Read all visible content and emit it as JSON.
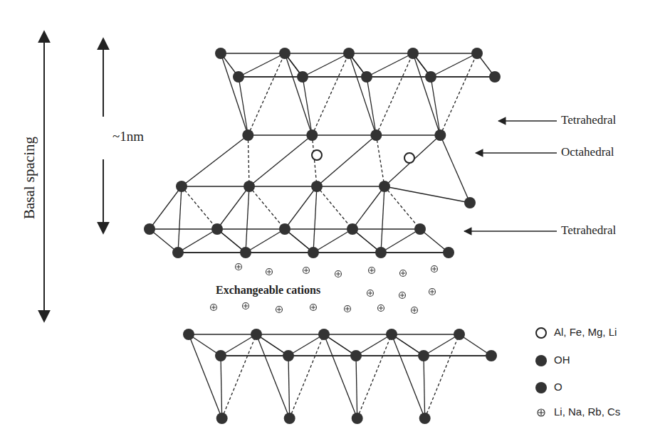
{
  "diagram": {
    "labels": [
      "Basal spacing",
      "~1nm",
      "Tetrahedral",
      "Octahedral",
      "Tetrahedral",
      "Exchangeable cations"
    ],
    "legend": [
      {
        "text": "Al, Fe, Mg, Li"
      },
      {
        "text": "OH"
      },
      {
        "text": "O"
      },
      {
        "text": "Li, Na, Rb, Cs"
      }
    ]
  }
}
